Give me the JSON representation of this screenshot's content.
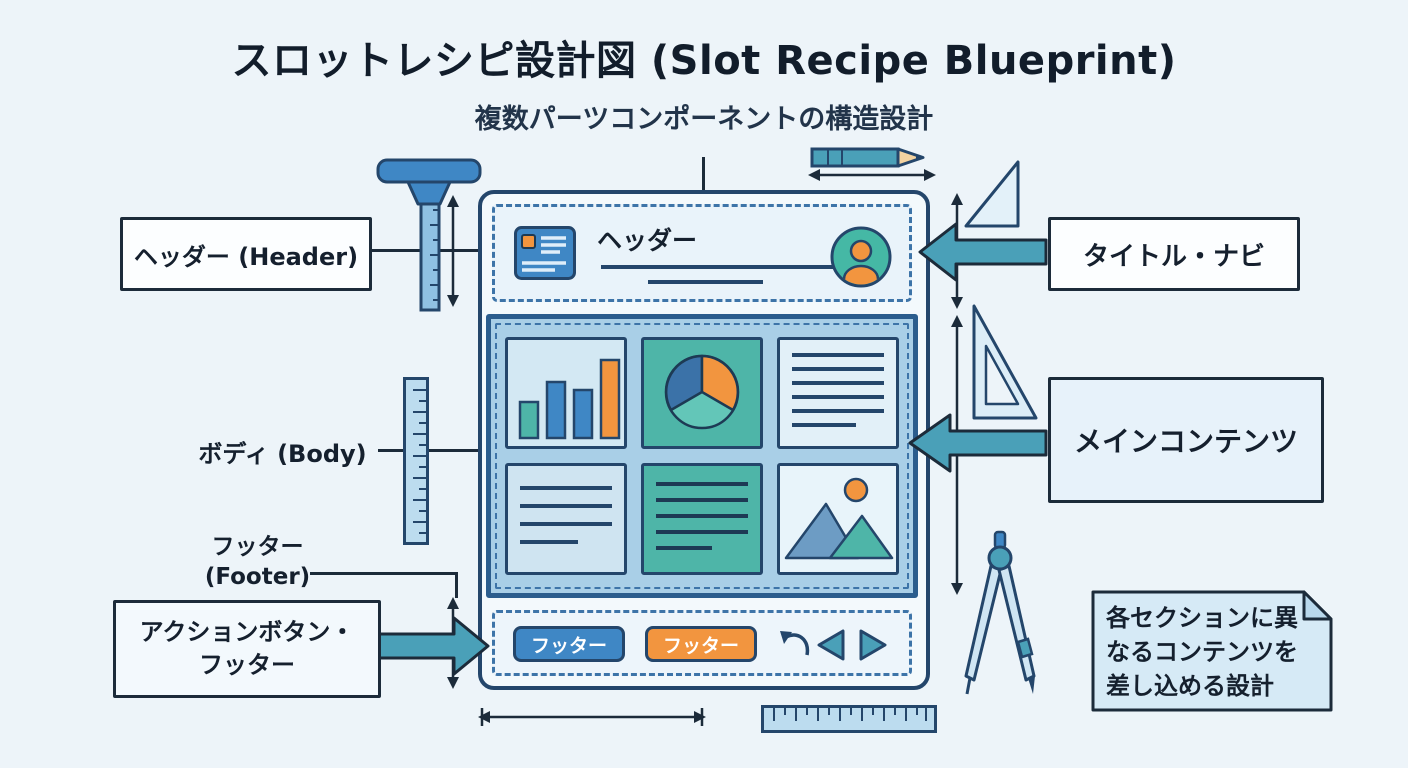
{
  "title": "スロットレシピ設計図 (Slot Recipe Blueprint)",
  "subtitle": "複数パーツコンポーネントの構造設計",
  "callouts": {
    "header_label": "ヘッダー (Header)",
    "body_label": "ボディ (Body)",
    "footer_label_line1": "フッター",
    "footer_label_line2": "(Footer)",
    "action_footer_line1": "アクションボタン・",
    "action_footer_line2": "フッター",
    "title_nav_label": "タイトル・ナビ",
    "main_content_label": "メインコンテンツ"
  },
  "wireframe": {
    "header_title": "ヘッダー",
    "footer_button_primary": "フッター",
    "footer_button_secondary": "フッター"
  },
  "note": {
    "line1": "各セクションに異",
    "line2": "なるコンテンツを",
    "line3": "差し込める設計"
  },
  "icons": {
    "t_square": "drafting T-square",
    "vertical_ruler": "ruler with ticks",
    "pencil": "pencil with dimension arrow",
    "set_square_small": "small set-square triangle",
    "set_square_large": "large set-square triangle",
    "compass": "drafting compass",
    "horizontal_ruler": "ruler with ticks",
    "id_card": "card with text lines",
    "avatar": "person avatar circle",
    "bar_chart": "bar chart tile",
    "pie_chart": "pie chart tile",
    "image_placeholder": "mountains and sun",
    "undo_arrow": "curved back arrow",
    "prev_triangle": "left-pointing triangle",
    "next_triangle": "right-pointing triangle"
  },
  "colors": {
    "background": "#edf4f9",
    "ink": "#1c2b3a",
    "blueprint_border": "#24466b",
    "steel_blue": "#3f87c5",
    "arrow_teal": "#4aa0b8",
    "tile_teal": "#4eb5a8",
    "accent_orange": "#f2953f",
    "light_blue_fill": "#bcdcef",
    "body_fill": "#a9cfe7"
  }
}
